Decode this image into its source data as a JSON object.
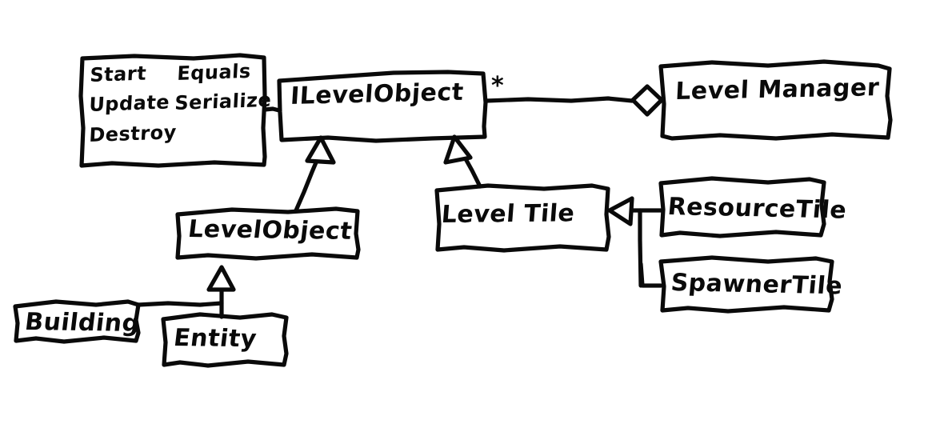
{
  "diagram": {
    "kind": "uml-class-diagram",
    "style": "hand-drawn whiteboard sketch",
    "stroke_color": "#0a0a0a",
    "background_color": "#ffffff"
  },
  "methods_box": {
    "name": "methods-list",
    "rows": [
      {
        "left": "Start",
        "right": "Equals"
      },
      {
        "left": "Update",
        "right": "Serialize"
      },
      {
        "left": "Destroy",
        "right": ""
      }
    ],
    "flat": [
      "Start",
      "Equals",
      "Update",
      "Serialize",
      "Destroy"
    ]
  },
  "classes": [
    {
      "id": "ilevelobject",
      "label": "ILevelObject"
    },
    {
      "id": "levelmanager",
      "label": "Level Manager"
    },
    {
      "id": "levelobject",
      "label": "LevelObject"
    },
    {
      "id": "leveltile",
      "label": "Level Tile"
    },
    {
      "id": "resourcetile",
      "label": "ResourceTile"
    },
    {
      "id": "spawnertile",
      "label": "SpawnerTile"
    },
    {
      "id": "building",
      "label": "Building"
    },
    {
      "id": "entity",
      "label": "Entity"
    }
  ],
  "multiplicity": {
    "ilevelobject_to_levelmanager": "*"
  },
  "relations": [
    {
      "from": "ilevelobject",
      "to": "levelmanager",
      "type": "aggregation",
      "marker": "hollow-diamond",
      "label": "*"
    },
    {
      "from": "levelobject",
      "to": "ilevelobject",
      "type": "generalization",
      "marker": "hollow-triangle"
    },
    {
      "from": "leveltile",
      "to": "ilevelobject",
      "type": "generalization",
      "marker": "hollow-triangle"
    },
    {
      "from": "entity",
      "to": "levelobject",
      "type": "generalization",
      "marker": "hollow-triangle"
    },
    {
      "from": "building",
      "to": "levelobject",
      "type": "generalization",
      "marker": "hollow-triangle"
    },
    {
      "from": "resourcetile",
      "to": "leveltile",
      "type": "generalization",
      "marker": "hollow-triangle"
    },
    {
      "from": "spawnertile",
      "to": "leveltile",
      "type": "generalization",
      "marker": "hollow-triangle"
    }
  ]
}
